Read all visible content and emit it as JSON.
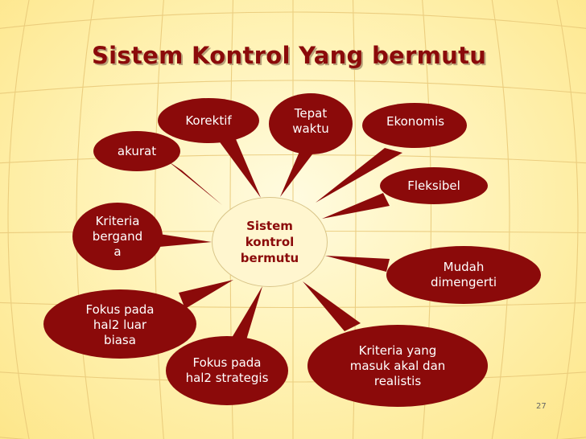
{
  "slide": {
    "title": "Sistem Kontrol Yang bermutu",
    "center_label": "Sistem kontrol bermutu",
    "page_number": "27",
    "accent_color": "#8b0a0a",
    "items": [
      {
        "id": "korektif",
        "label": "Korektif"
      },
      {
        "id": "tepat-waktu",
        "label": "Tepat waktu"
      },
      {
        "id": "ekonomis",
        "label": "Ekonomis"
      },
      {
        "id": "akurat",
        "label": "akurat"
      },
      {
        "id": "fleksibel",
        "label": "Fleksibel"
      },
      {
        "id": "kriteria-berganda",
        "label": "Kriteria berganda"
      },
      {
        "id": "mudah-dimengerti",
        "label": "Mudah dimengerti"
      },
      {
        "id": "fokus-luar-biasa",
        "label": "Fokus pada hal2 luar biasa"
      },
      {
        "id": "fokus-strategis",
        "label": "Fokus pada hal2 strategis"
      },
      {
        "id": "kriteria-masuk-akal",
        "label": "Kriteria yang masuk akal dan realistis"
      }
    ]
  }
}
